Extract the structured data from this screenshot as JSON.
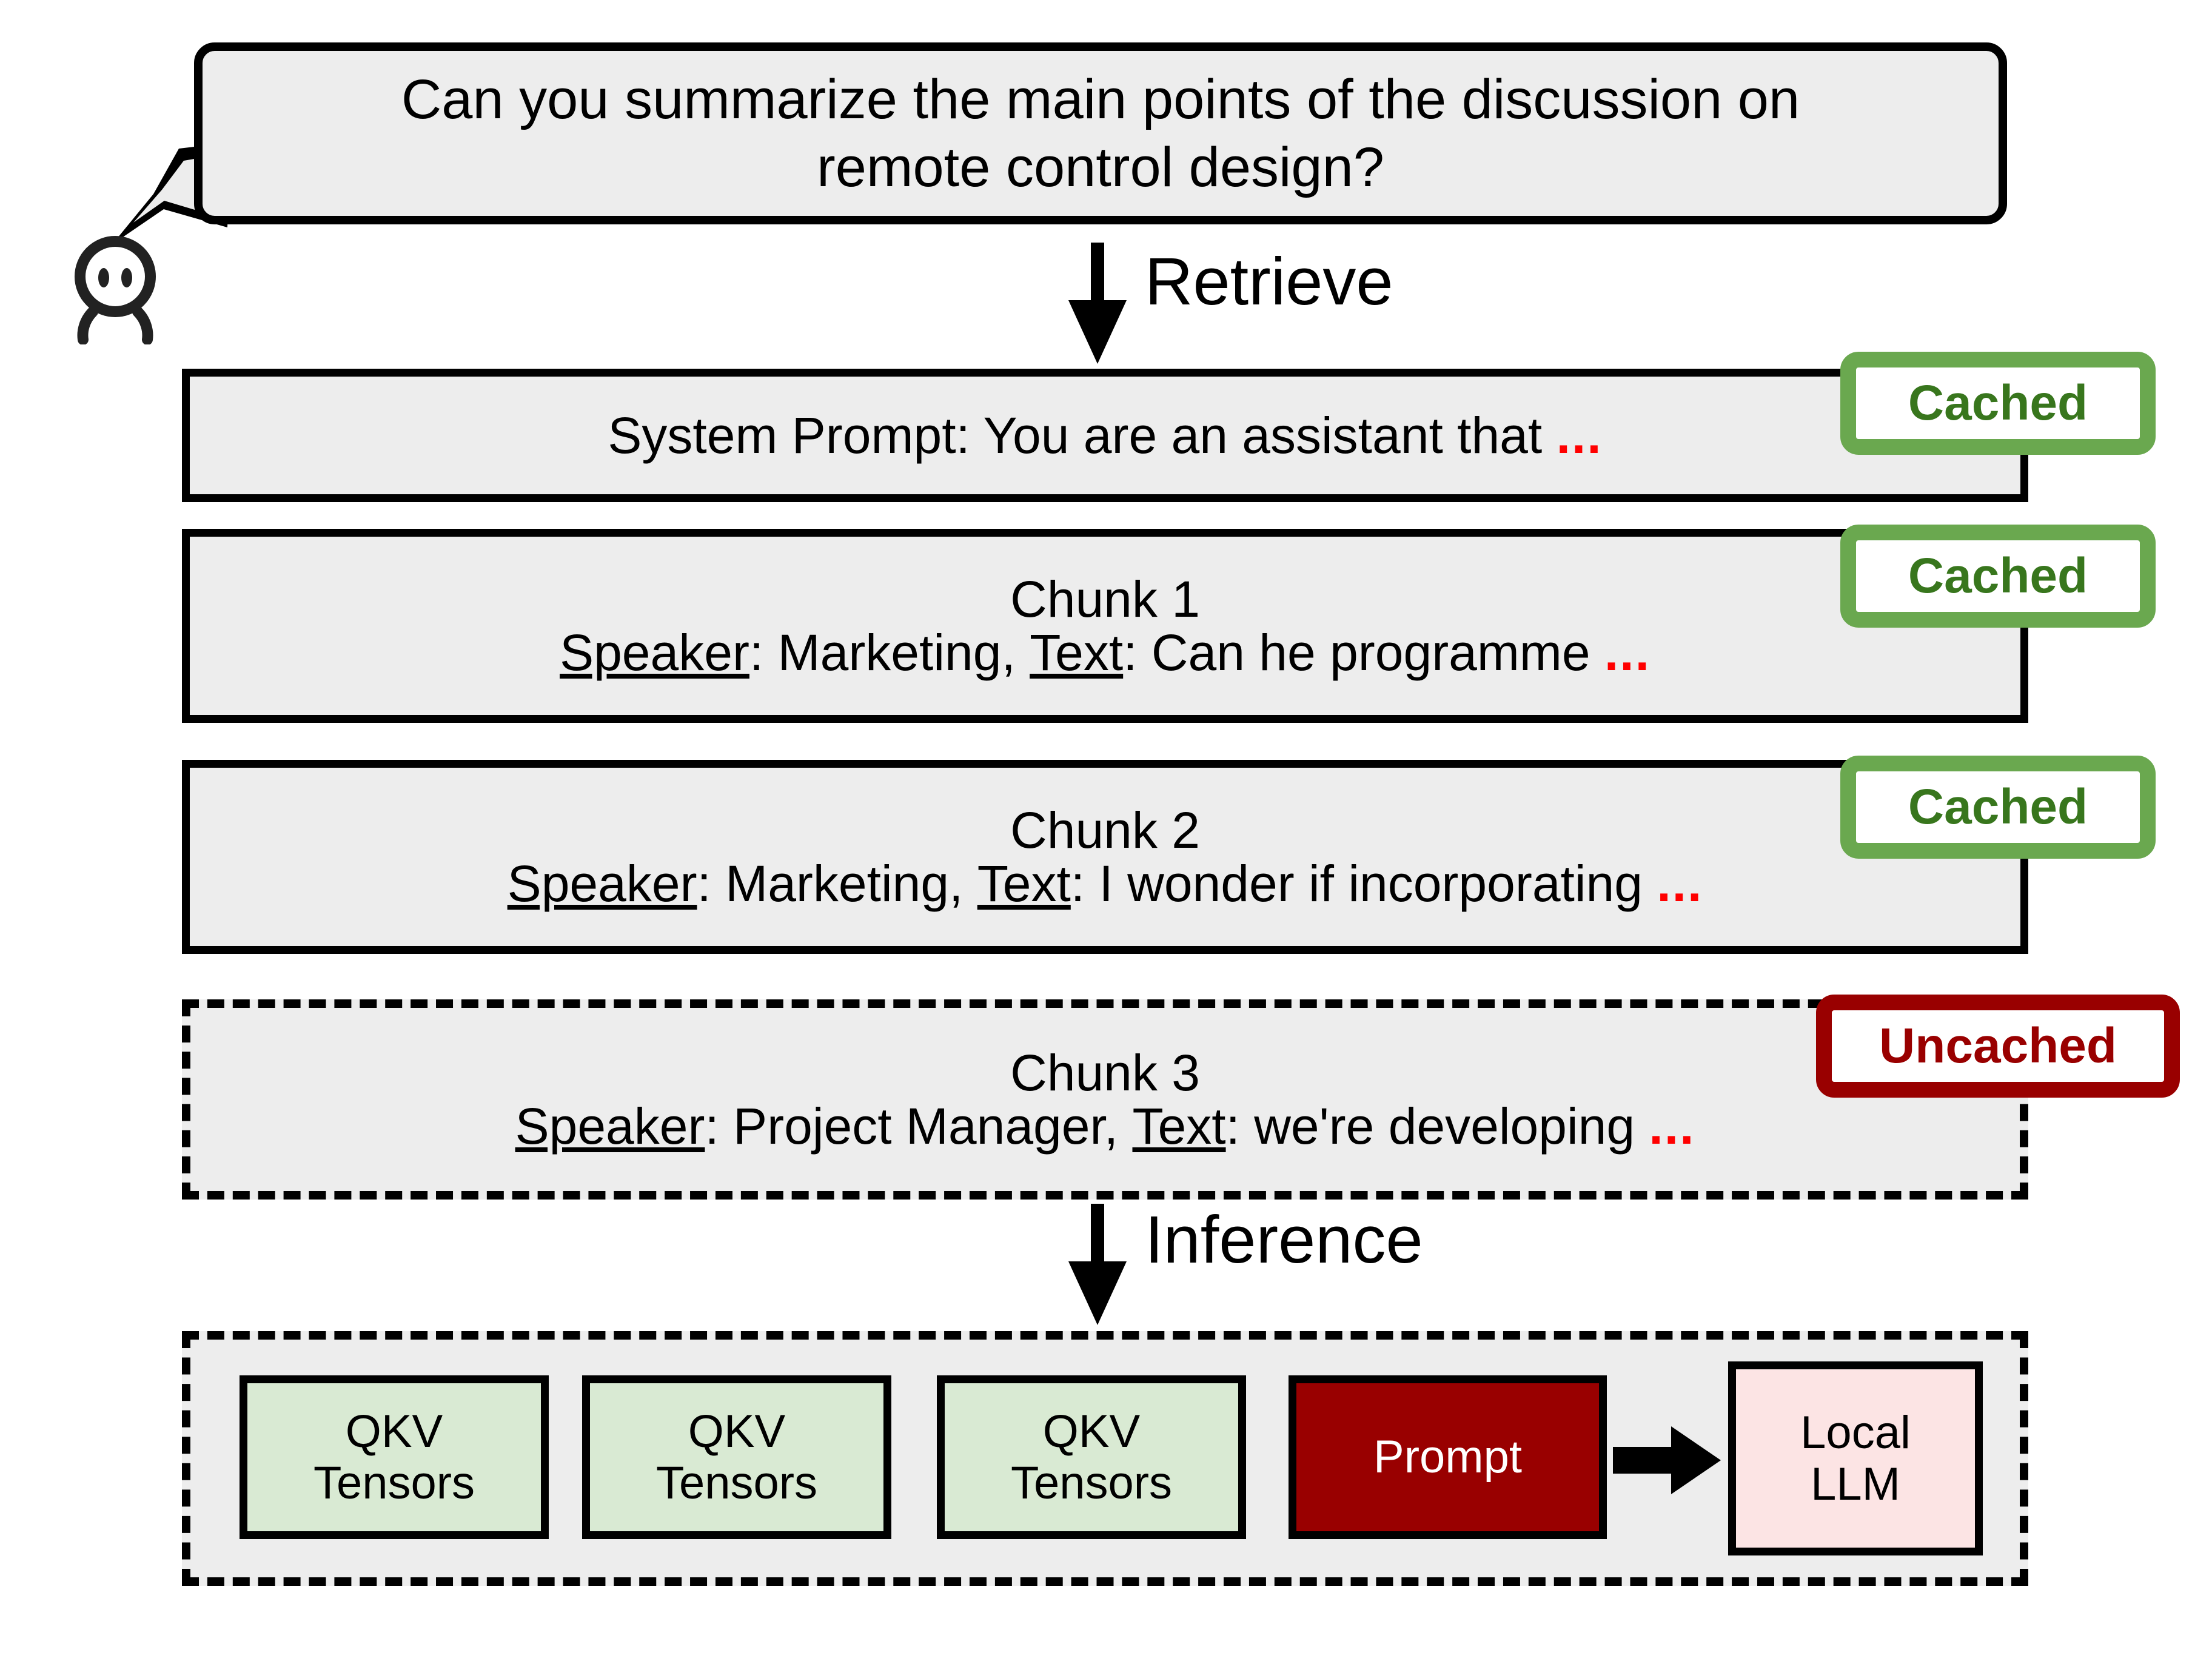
{
  "diagram": {
    "user_query": {
      "text": "Can you summarize the main points of the discussion on\nremote control design?",
      "avatar_icon": "person-icon"
    },
    "steps": {
      "retrieve_label": "Retrieve",
      "inference_label": "Inference"
    },
    "context_rows": [
      {
        "id": "system-prompt",
        "title": "",
        "body_prefix": "System Prompt: You are an assistant that",
        "ellipsis": "...",
        "badge": "Cached",
        "badge_state": "cached",
        "border": "solid"
      },
      {
        "id": "chunk-1",
        "title": "Chunk 1",
        "speaker_label": "Speaker",
        "speaker_value": "Marketing,",
        "text_label": "Text",
        "text_value": "Can he programme",
        "ellipsis": "...",
        "badge": "Cached",
        "badge_state": "cached",
        "border": "solid"
      },
      {
        "id": "chunk-2",
        "title": "Chunk 2",
        "speaker_label": "Speaker",
        "speaker_value": "Marketing,",
        "text_label": "Text",
        "text_value": "I wonder if incorporating",
        "ellipsis": "...",
        "badge": "Cached",
        "badge_state": "cached",
        "border": "solid"
      },
      {
        "id": "chunk-3",
        "title": "Chunk 3",
        "speaker_label": "Speaker",
        "speaker_value": "Project Manager,",
        "text_label": "Text",
        "text_value": "we're developing",
        "ellipsis": "...",
        "badge": "Uncached",
        "badge_state": "uncached",
        "border": "dashed"
      }
    ],
    "inference": {
      "chips": [
        {
          "id": "qkv-1",
          "line1": "QKV",
          "line2": "Tensors",
          "kind": "qkv"
        },
        {
          "id": "qkv-2",
          "line1": "QKV",
          "line2": "Tensors",
          "kind": "qkv"
        },
        {
          "id": "qkv-3",
          "line1": "QKV",
          "line2": "Tensors",
          "kind": "qkv"
        },
        {
          "id": "prompt",
          "line1": "Prompt",
          "line2": "",
          "kind": "prompt"
        },
        {
          "id": "local-llm",
          "line1": "Local",
          "line2": "LLM",
          "kind": "llm"
        }
      ]
    },
    "colors": {
      "box_fill": "#ededed",
      "stroke": "#000000",
      "cached_border": "#6aa84f",
      "cached_text": "#38761d",
      "uncached": "#990000",
      "qkv_fill": "#d9ead3",
      "prompt_fill": "#990000",
      "llm_fill": "#fce4e4",
      "ellipsis_red": "#ff0000"
    }
  }
}
